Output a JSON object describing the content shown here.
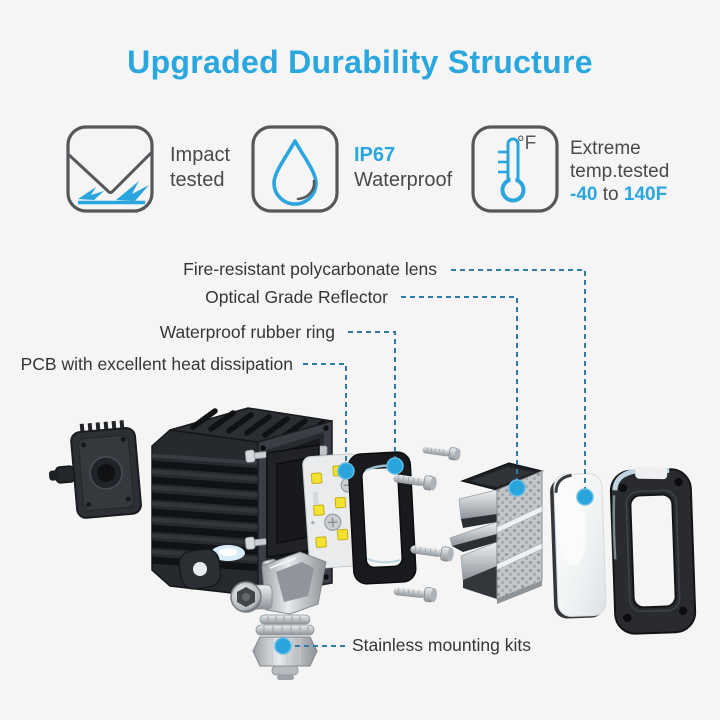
{
  "title": "Upgraded Durability Structure",
  "features": [
    {
      "id": "impact-tested",
      "line1": "Impact",
      "line2": "tested"
    },
    {
      "id": "ip67-waterproof",
      "line1": "IP67",
      "line2": "Waterproof"
    },
    {
      "id": "extreme-temperature",
      "line1": "Extreme",
      "line2": "temp.tested",
      "range_low": "-40",
      "range_mid": "to",
      "range_high": "140F",
      "unit_label": "°F"
    }
  ],
  "callouts": {
    "lens": "Fire-resistant polycarbonate lens",
    "reflector": "Optical Grade Reflector",
    "ring": "Waterproof rubber ring",
    "pcb": "PCB with excellent heat dissipation",
    "mount": "Stainless mounting kits"
  },
  "colors": {
    "background": "#f5f5f6",
    "accent_blue": "#29a7de",
    "leader_line": "#2e7ba6",
    "callout_dot": "#2aa4dc",
    "text_dark": "#48494b",
    "icon_outline": "#55575a"
  }
}
